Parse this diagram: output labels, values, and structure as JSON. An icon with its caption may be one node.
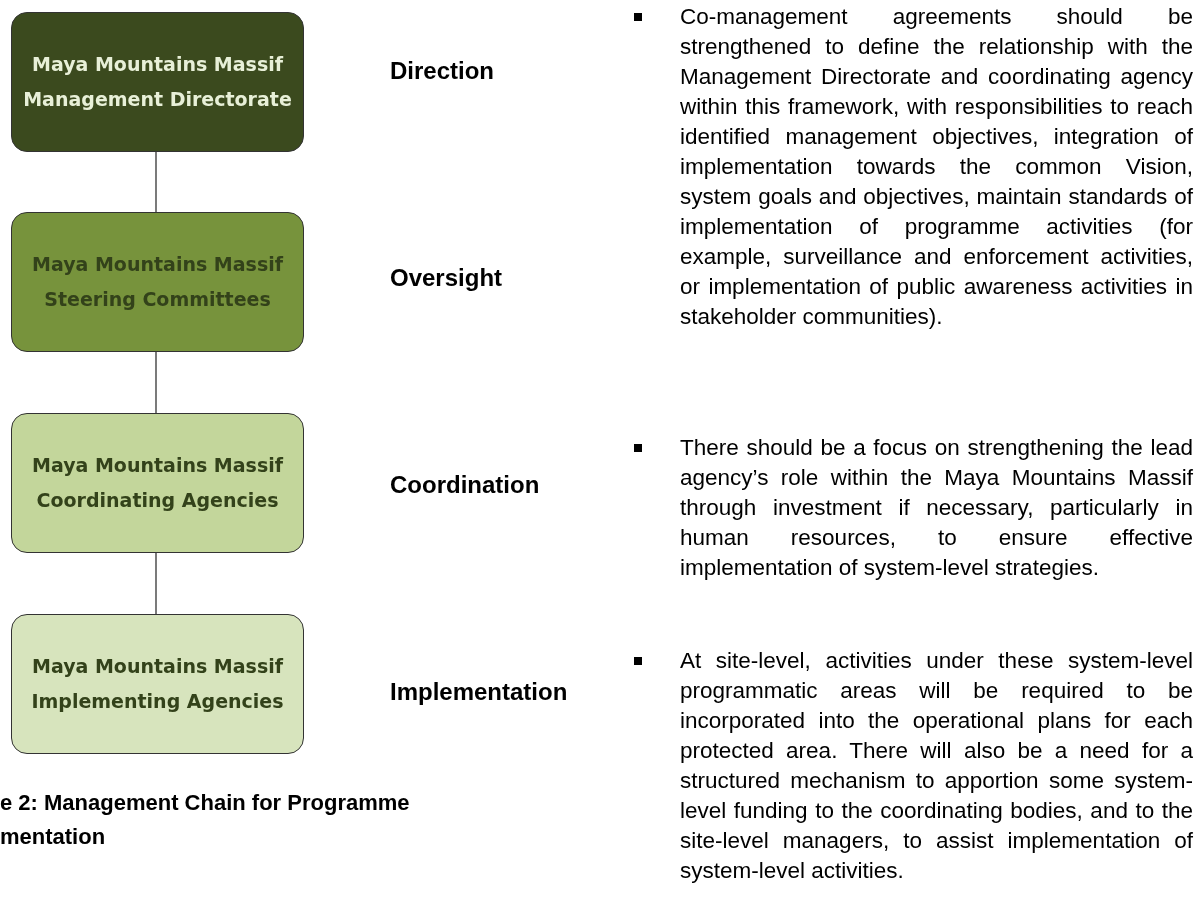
{
  "diagram": {
    "caption": "e 2: Management Chain for Programme mentation",
    "nodes": [
      {
        "text": [
          "Maya Mountains Massif Management Directorate"
        ]
      },
      {
        "text": [
          "Maya Mountains Massif Steering Committees"
        ]
      },
      {
        "text": [
          "Maya Mountains Massif Coordinating Agencies"
        ]
      },
      {
        "text": [
          "Maya Mountains Massif Implementing Agencies"
        ]
      }
    ],
    "edges": [
      {
        "from": 0,
        "to": 1,
        "arrow": "none"
      },
      {
        "from": 1,
        "to": 2,
        "arrow": "none"
      },
      {
        "from": 2,
        "to": 3,
        "arrow": "none"
      }
    ],
    "labels": [
      "Direction",
      "Oversight",
      "Coordination",
      "Implementation",
      "Co-management agreements should be strengthened to define the relationship with the Management Directorate and coordinating agency within this framework, with responsibilities to reach identified management objectives, integration of implementation towards the common Vision, system goals and objectives, maintain standards of implementation of programme activities (for example, surveillance and enforcement activities, or implementation of public awareness activities in stakeholder communities).",
      "There should be a focus on strengthening the lead agency’s role within the Maya Mountains Massif through investment if necessary, particularly in human resources, to ensure effective implementation of system-level strategies.",
      "At site-level, activities under these system-level programmatic areas will be required to be incorporated into the operational plans for each protected area. There will also be a need for a structured mechanism to apportion some system-level funding to the coordinating bodies, and to the site-level managers, to assist implementation of system-level activities."
    ]
  }
}
